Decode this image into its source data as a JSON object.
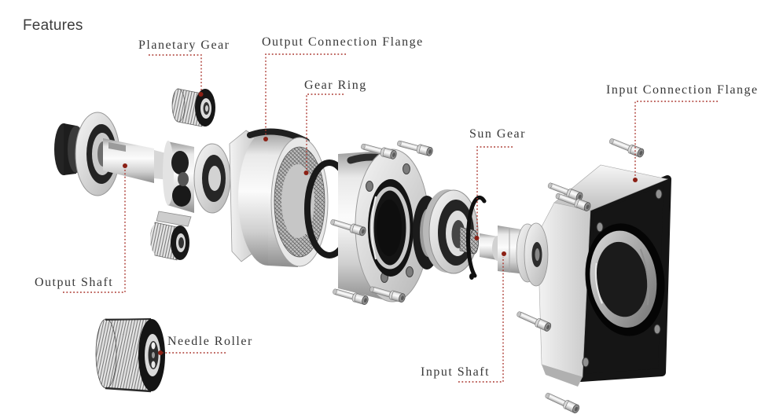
{
  "page": {
    "title": "Features"
  },
  "diagram": {
    "type": "exploded-view",
    "subject": "Planetary gearbox exploded view",
    "colors": {
      "leader_line": "#a9322a",
      "leader_dot": "#8b2015",
      "label_text": "#383838",
      "title_text": "#3d3d3d",
      "background": "#ffffff"
    },
    "labels": [
      {
        "id": "planetary-gear",
        "text": "Planetary Gear"
      },
      {
        "id": "output-connection-flange",
        "text": "Output Connection Flange"
      },
      {
        "id": "gear-ring",
        "text": "Gear Ring"
      },
      {
        "id": "sun-gear",
        "text": "Sun Gear"
      },
      {
        "id": "input-connection-flange",
        "text": "Input Connection Flange"
      },
      {
        "id": "output-shaft",
        "text": "Output Shaft"
      },
      {
        "id": "needle-roller",
        "text": "Needle Roller"
      },
      {
        "id": "input-shaft",
        "text": "Input Shaft"
      }
    ]
  }
}
